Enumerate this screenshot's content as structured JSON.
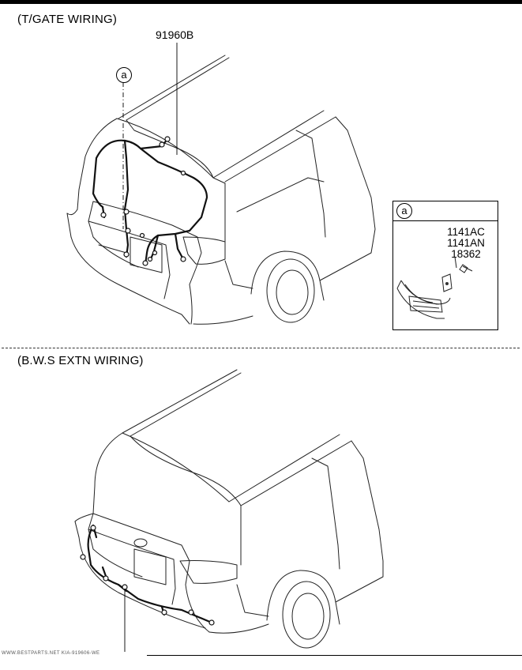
{
  "top_section": {
    "title": "(T/GATE WIRING)",
    "part_number": "91960B",
    "callout_ref": "a"
  },
  "callout": {
    "ref": "a",
    "parts": [
      "1141AC",
      "1141AN",
      "18362"
    ]
  },
  "bottom_section": {
    "title": "(B.W.S EXTN WIRING)"
  },
  "footer": {
    "code": "WWW.BESTPARTS.NET KIA-919606-WE"
  }
}
